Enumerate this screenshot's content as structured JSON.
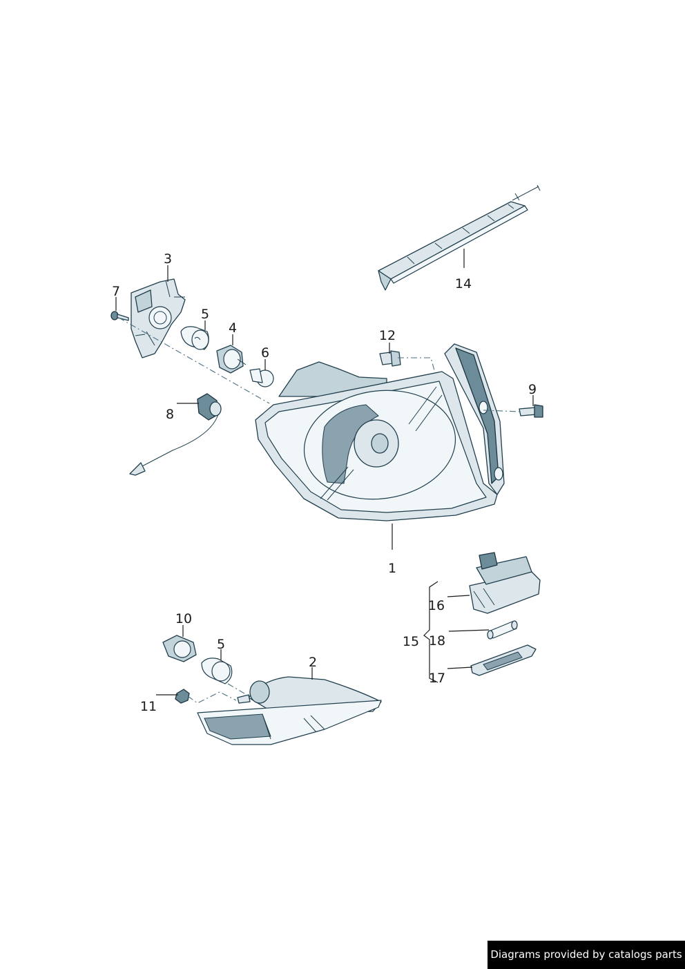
{
  "diagram": {
    "callouts": {
      "c1": "1",
      "c2": "2",
      "c3": "3",
      "c4": "4",
      "c5a": "5",
      "c5b": "5",
      "c6": "6",
      "c7": "7",
      "c8": "8",
      "c9": "9",
      "c10": "10",
      "c11": "11",
      "c12": "12",
      "c14": "14",
      "c15": "15",
      "c16": "16",
      "c17": "17",
      "c18": "18"
    }
  },
  "footer": {
    "watermark": "Diagrams provided by catalogs parts"
  },
  "colors": {
    "line": "#1f3d4c",
    "part_fill": "#dde7eb",
    "background": "#ffffff"
  }
}
